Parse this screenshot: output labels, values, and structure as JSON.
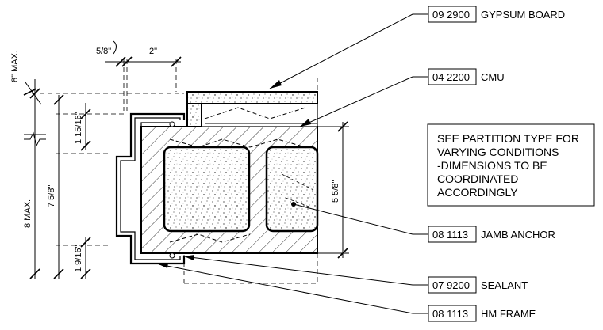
{
  "callouts": [
    {
      "code": "09 2900",
      "text": "GYPSUM BOARD"
    },
    {
      "code": "04 2200",
      "text": "CMU"
    },
    {
      "code": "08 1113",
      "text": "JAMB ANCHOR"
    },
    {
      "code": "07 9200",
      "text": "SEALANT"
    },
    {
      "code": "08 1113",
      "text": "HM FRAME"
    }
  ],
  "note": {
    "lines": [
      "SEE PARTITION TYPE FOR",
      "VARYING CONDITIONS",
      "-DIMENSIONS TO BE",
      "COORDINATED",
      "ACCORDINGLY"
    ]
  },
  "dimensions": {
    "top_5_8": "5/8\"",
    "top_2": "2\"",
    "max_8": "8\" MAX.",
    "d_1_15_16": "1 15/16\"",
    "d_7_5_8": "7 5/8\"",
    "d_8_max": "8 MAX.",
    "d_1_9_16": "1 9/16\"",
    "d_5_5_8": "5 5/8\""
  }
}
